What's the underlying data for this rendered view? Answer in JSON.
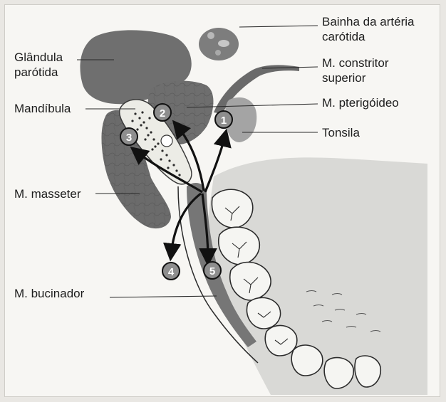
{
  "labels": {
    "carotid_sheath": [
      "Bainha da artéria",
      "carótida"
    ],
    "parotid_gland": [
      "Glândula",
      "parótida"
    ],
    "superior_constrictor": [
      "M. constritor",
      "superior"
    ],
    "mandible": "Mandíbula",
    "pterygoid": "M. pterigóideo",
    "tonsil": "Tonsila",
    "masseter": "M. masseter",
    "buccinator": "M. bucinador"
  },
  "markers": [
    "1",
    "2",
    "3",
    "4",
    "5"
  ],
  "colors": {
    "tissue_dark": "#6b6b6b",
    "tissue_mid": "#8d8d8d",
    "tissue_light": "#c9c9c9",
    "bone": "#e9e9e4",
    "arrow": "#111111",
    "marker_fill": "#8e8e8e"
  }
}
